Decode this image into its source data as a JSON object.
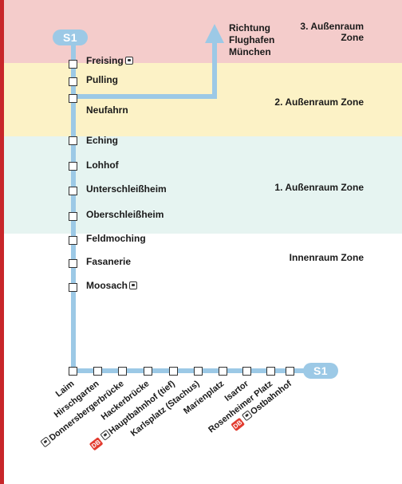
{
  "line_name": "S1",
  "destination": [
    "Richtung",
    "Flughafen",
    "München"
  ],
  "zones": [
    {
      "label": "3. Außenraum Zone",
      "color": "#f4cccb"
    },
    {
      "label": "2. Außenraum Zone",
      "color": "#fcf2c6"
    },
    {
      "label": "1. Außenraum Zone",
      "color": "#e6f4f1"
    },
    {
      "label": "Innenraum Zone",
      "color": "#ffffff"
    }
  ],
  "zone3_label_parts": [
    "3. Außenraum",
    "Zone"
  ],
  "vertical_stations": [
    {
      "name": "Freising",
      "icon": "train-icon"
    },
    {
      "name": "Pulling"
    },
    {
      "name": "Neufahrn"
    },
    {
      "name": "Eching"
    },
    {
      "name": "Lohhof"
    },
    {
      "name": "Unterschleißheim"
    },
    {
      "name": "Oberschleißheim"
    },
    {
      "name": "Feldmoching"
    },
    {
      "name": "Fasanerie"
    },
    {
      "name": "Moosach",
      "icon": "train-icon"
    }
  ],
  "horizontal_stations": [
    {
      "name": "Laim"
    },
    {
      "name": "Hirschgarten"
    },
    {
      "name": "Donnersbergerbrücke",
      "icon": "train-icon"
    },
    {
      "name": "Hackerbrücke"
    },
    {
      "name": "Hauptbahnhof (tief)",
      "icon": "train-icon",
      "db": "DB"
    },
    {
      "name": "Karlsplatz (Stachus)"
    },
    {
      "name": "Marienplatz"
    },
    {
      "name": "Isartor"
    },
    {
      "name": "Rosenheimer Platz"
    },
    {
      "name": "Ostbahnhof",
      "icon": "train-icon",
      "db": "DB"
    }
  ],
  "colors": {
    "line": "#9cc9e6",
    "border": "#c8262a",
    "db": "#e23b2f"
  }
}
